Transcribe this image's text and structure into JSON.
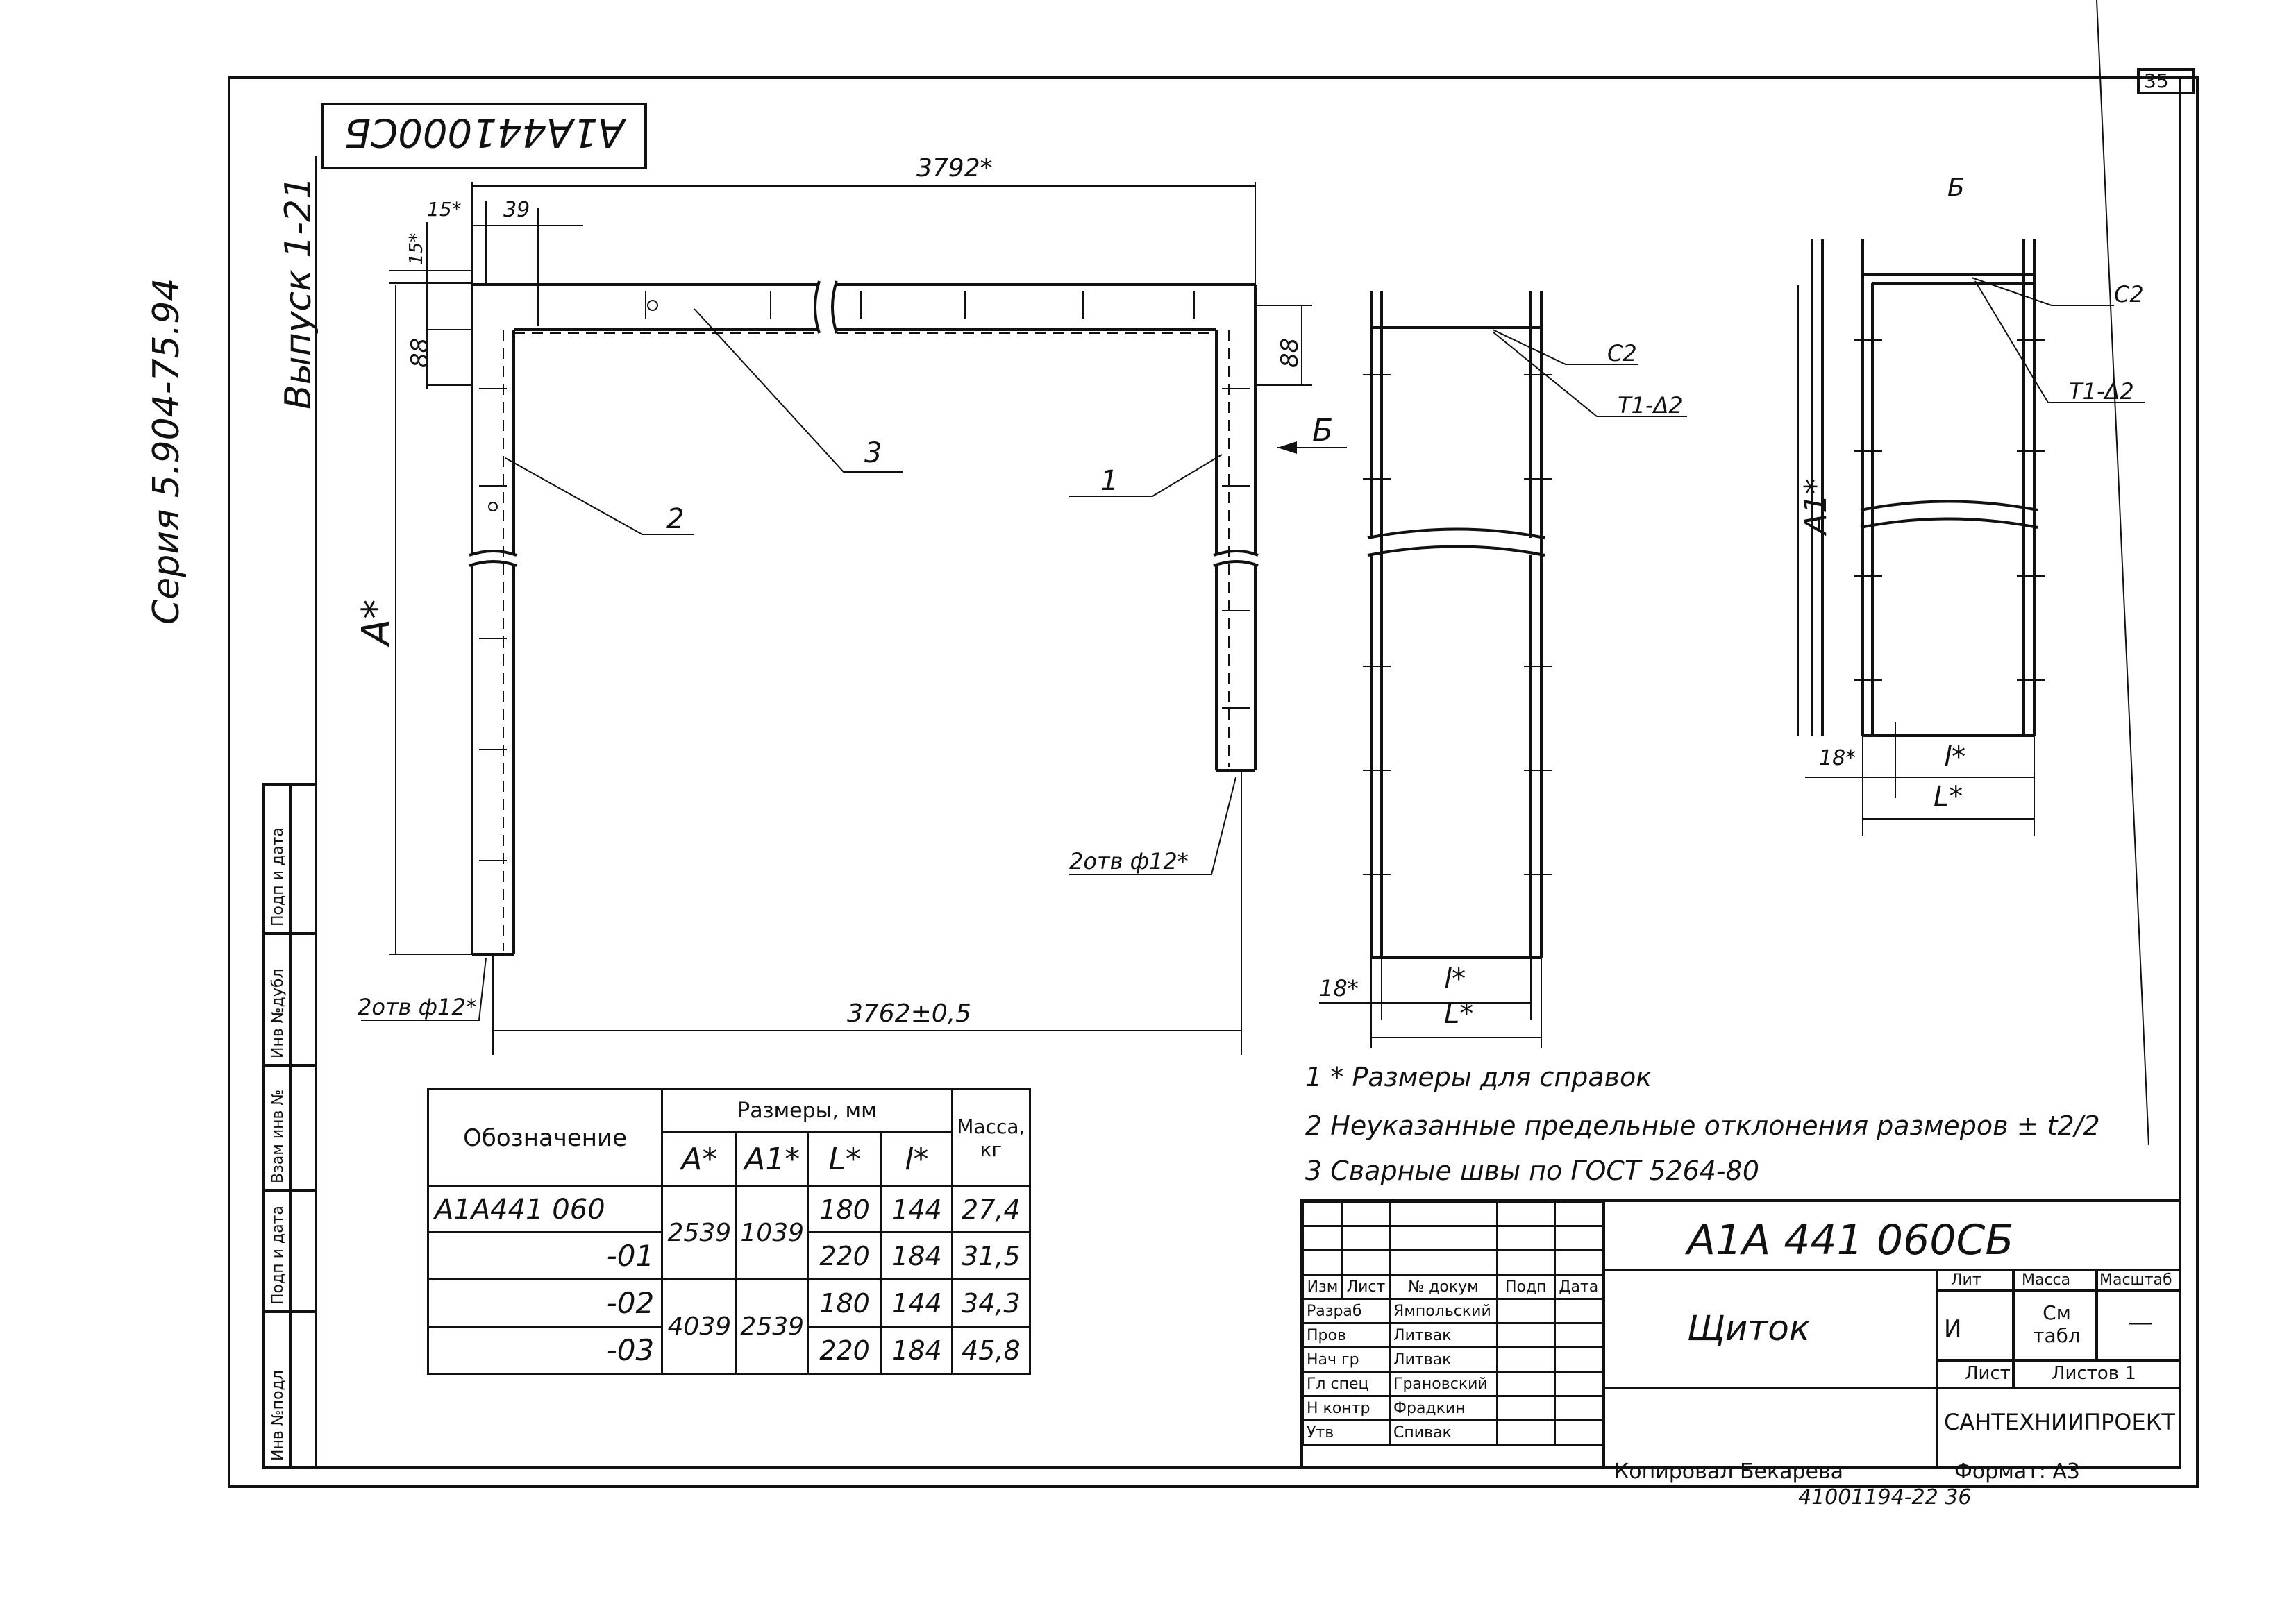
{
  "sheet": {
    "number": "35",
    "copied_by": "Копировал Бекарева",
    "format": "Формат: А3",
    "bottom_code": "41001194-22 36"
  },
  "rotated_code": "А1А441000СБ",
  "series": "Серия 5.904-75.94",
  "issue": "Выпуск 1-21",
  "side_stamp": [
    "Инв №подл",
    "Подп и дата",
    "Взам инв №",
    "Инв №дубл",
    "Подп и дата"
  ],
  "main_view": {
    "dim_total_top": "3792*",
    "dim_15_top": "15*",
    "dim_39": "39",
    "dim_15_left": "15*",
    "dim_88_left": "88",
    "dim_88_right": "88",
    "dim_A": "А*",
    "dim_bottom": "3762±0,5",
    "holes_left": "2отв ф12*",
    "holes_right": "2отв ф12*",
    "leader_1": "1",
    "leader_2": "2",
    "leader_3": "3",
    "view_arrow": "Б"
  },
  "side_view": {
    "weld_c2": "С2",
    "weld_t1": "Т1-Δ2",
    "dim_18": "18*",
    "dim_l": "l*",
    "dim_L": "L*"
  },
  "view_b": {
    "title": "Б",
    "weld_c2": "С2",
    "weld_t1": "Т1-Δ2",
    "dim_A1": "А1*",
    "dim_18": "18*",
    "dim_l": "l*",
    "dim_L": "L*"
  },
  "notes": [
    "1 * Размеры для справок",
    "2 Неуказанные предельные отклонения размеров ± t2/2",
    "3 Сварные швы по ГОСТ 5264-80"
  ],
  "table": {
    "col_designation": "Обозначение",
    "col_sizes": "Размеры, мм",
    "col_mass": "Масса, кг",
    "sub_A": "А*",
    "sub_A1": "А1*",
    "sub_L": "L*",
    "sub_l": "l*",
    "rows": [
      {
        "designation": "А1А441 060",
        "A": "2539",
        "A1": "1039",
        "L": "180",
        "l": "144",
        "mass": "27,4"
      },
      {
        "designation": "-01",
        "L": "220",
        "l": "184",
        "mass": "31,5"
      },
      {
        "designation": "-02",
        "A": "4039",
        "A1": "2539",
        "L": "180",
        "l": "144",
        "mass": "34,3"
      },
      {
        "designation": "-03",
        "L": "220",
        "l": "184",
        "mass": "45,8"
      }
    ]
  },
  "title_block": {
    "doc_code": "А1А 441 060СБ",
    "doc_name": "Щиток",
    "lit_label": "Лит",
    "mass_label": "Масса",
    "scale_label": "Масштаб",
    "lit_value": "И",
    "mass_value": "См табл",
    "scale_value": "—",
    "sheet_label": "Лист",
    "sheets_label": "Листов 1",
    "org": "САНТЕХНИИПРОЕКТ",
    "head": [
      "Изм",
      "Лист",
      "№ докум",
      "Подп",
      "Дата"
    ],
    "people": [
      {
        "role": "Разраб",
        "name": "Ямпольский"
      },
      {
        "role": "Пров",
        "name": "Литвак"
      },
      {
        "role": "Нач гр",
        "name": "Литвак"
      },
      {
        "role": "Гл спец",
        "name": "Грановский"
      },
      {
        "role": "Н контр",
        "name": "Фрадкин"
      },
      {
        "role": "Утв",
        "name": "Спивак"
      }
    ]
  }
}
